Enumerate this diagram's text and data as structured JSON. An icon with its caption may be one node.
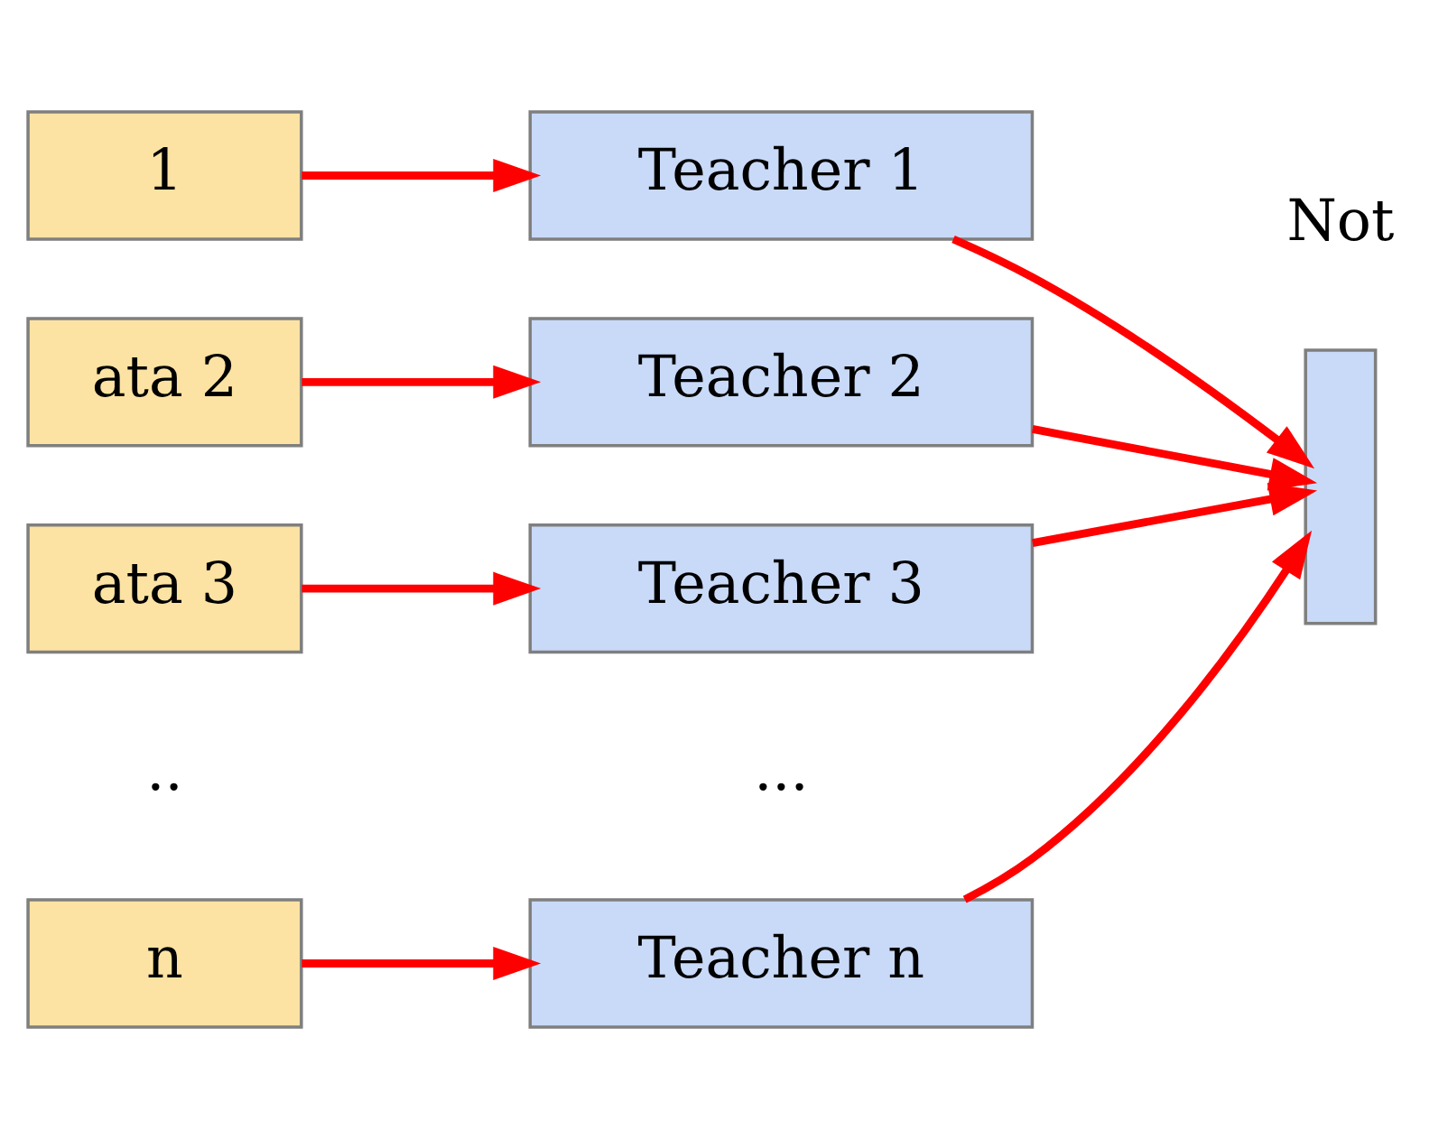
{
  "diagram": {
    "nodes": [
      {
        "text": [
          "1"
        ]
      },
      {
        "text": [
          "ata 2"
        ]
      },
      {
        "text": [
          "ata 3"
        ]
      },
      {
        "text": [
          "n"
        ]
      },
      {
        "text": [
          "Teacher 1"
        ]
      },
      {
        "text": [
          "Teacher 2"
        ]
      },
      {
        "text": [
          "Teacher 3"
        ]
      },
      {
        "text": [
          "Teacher n"
        ]
      },
      {
        "text": [],
        "shape": "box"
      }
    ],
    "edges": [
      {
        "from": 0,
        "to": 4,
        "arrow": "to",
        "color": "#ff0000"
      },
      {
        "from": 1,
        "to": 5,
        "arrow": "to",
        "color": "#ff0000"
      },
      {
        "from": 2,
        "to": 6,
        "arrow": "to",
        "color": "#ff0000"
      },
      {
        "from": 3,
        "to": 7,
        "arrow": "to",
        "color": "#ff0000"
      },
      {
        "from": 4,
        "to": 8,
        "arrow": "to",
        "color": "#ff0000"
      },
      {
        "from": 5,
        "to": 8,
        "arrow": "to",
        "color": "#ff0000"
      },
      {
        "from": 6,
        "to": 8,
        "arrow": "to",
        "color": "#ff0000"
      },
      {
        "from": 7,
        "to": 8,
        "arrow": "to",
        "color": "#ff0000"
      }
    ],
    "labels": [
      "Not",
      "..",
      "..."
    ]
  }
}
